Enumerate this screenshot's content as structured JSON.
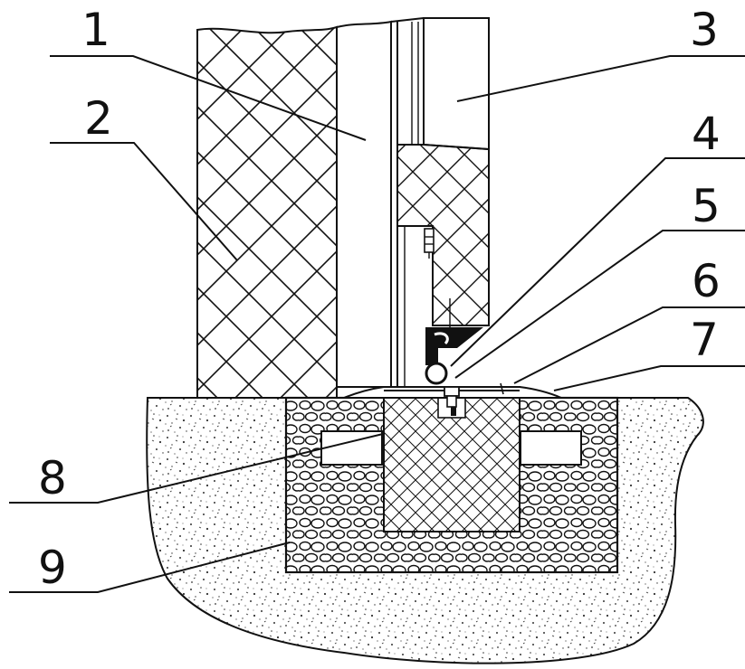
{
  "labels": {
    "l1": "1",
    "l2": "2",
    "l3": "3",
    "l4": "4",
    "l5": "5",
    "l6": "6",
    "l7": "7",
    "l8": "8",
    "l9": "9"
  },
  "colors": {
    "line": "#111111",
    "background": "#ffffff",
    "ground_dots": "#333333"
  }
}
